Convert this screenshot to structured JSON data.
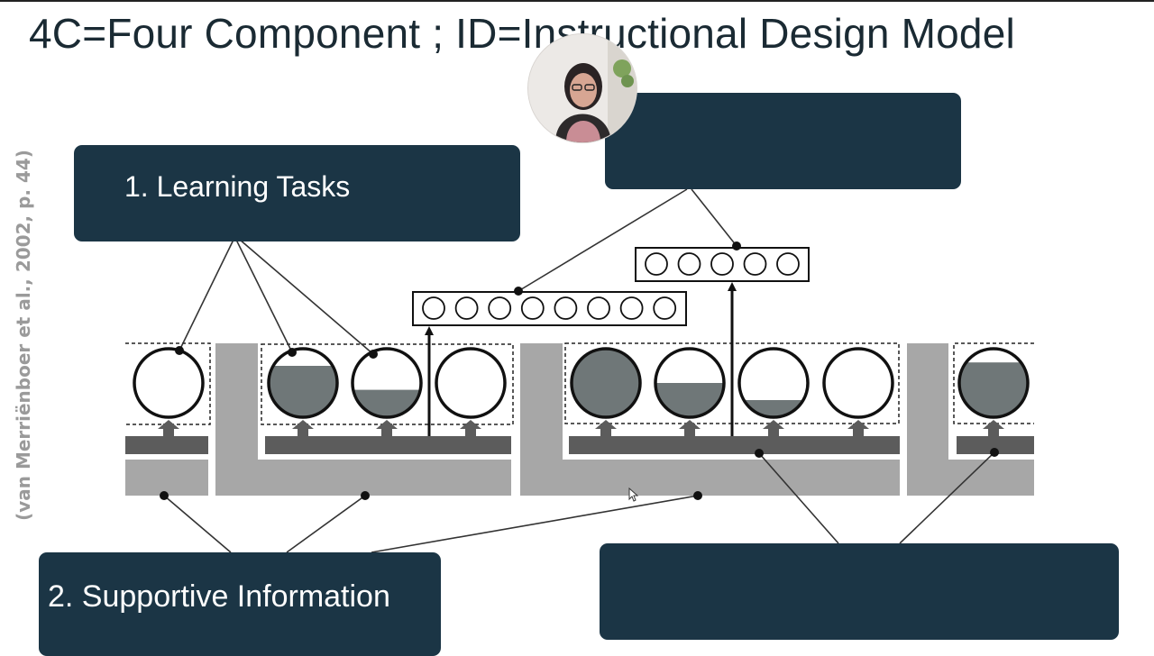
{
  "slide": {
    "title": "4C=Four Component ; ID=Instructional Design Model",
    "citation": "(van Merriënboer et al., 2002, p. 44)"
  },
  "components": {
    "learning_tasks": "1. Learning Tasks",
    "supportive_information": "2. Supportive Information",
    "part_task_practice": "",
    "procedural_information": ""
  },
  "colors": {
    "box_navy": "#1b3545",
    "box_text": "#ffffff",
    "support_gray": "#a7a7a7",
    "platform_gray": "#5c5c5c",
    "fill_gray": "#6f7778"
  },
  "task_classes": [
    {
      "task_fill_levels": [
        0
      ]
    },
    {
      "task_fill_levels": [
        0.75,
        0.4,
        0
      ]
    },
    {
      "task_fill_levels": [
        1.0,
        0.5,
        0.25,
        0
      ]
    },
    {
      "task_fill_levels": [
        0.8
      ]
    }
  ],
  "practice_items": {
    "large_group_count": 8,
    "small_group_count": 5
  },
  "webcam": {
    "icon": "presenter-webcam"
  }
}
